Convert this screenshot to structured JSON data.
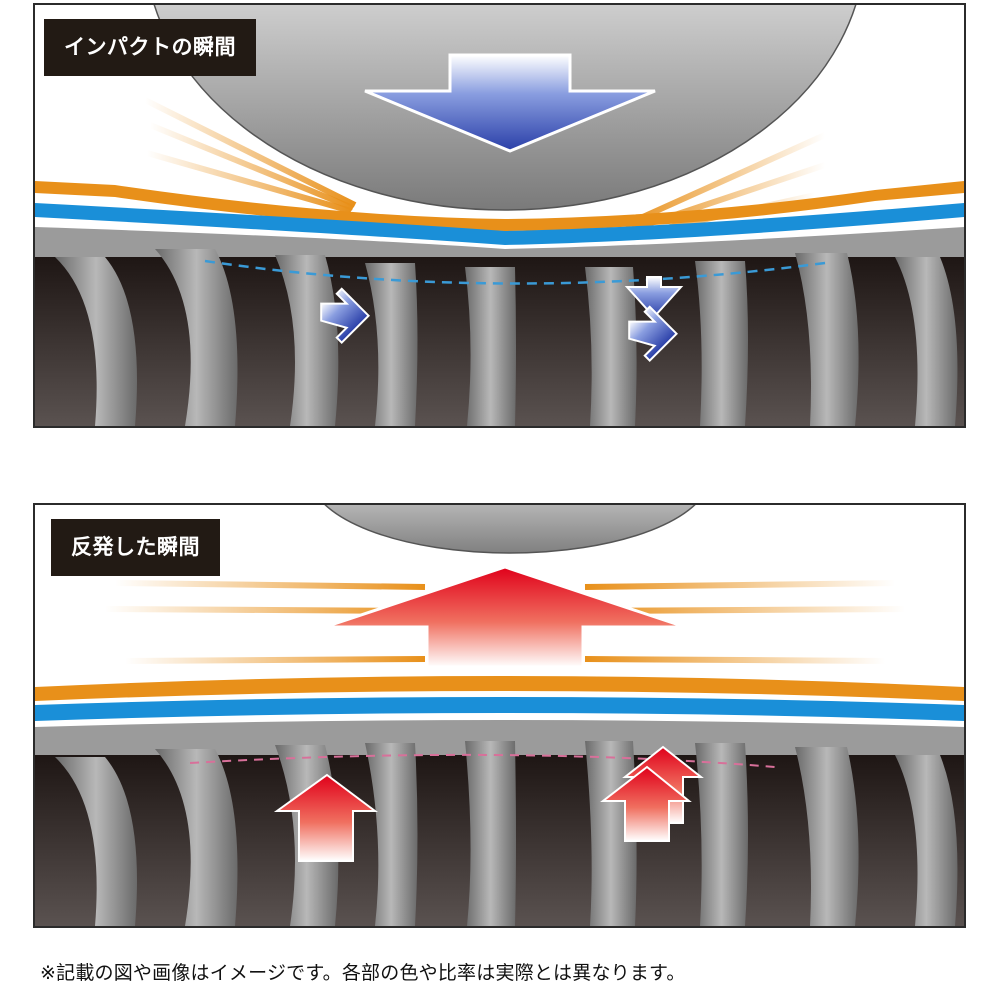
{
  "panels": {
    "impact": {
      "label": "インパクトの瞬間",
      "arrow_color": "#3a4fb8",
      "hint_color": "#3a9ad6"
    },
    "rebound": {
      "label": "反発した瞬間",
      "arrow_color": "#e0001a",
      "hint_color": "#d8709a"
    }
  },
  "colors": {
    "orange": "#e8901a",
    "blue": "#1a8fd8",
    "gray": "#9b9b9b",
    "dark": "#2a2220"
  },
  "icons": [
    "down-arrow-icon",
    "up-arrow-icon"
  ],
  "footnote": "※記載の図や画像はイメージです。各部の色や比率は実際とは異なります。"
}
